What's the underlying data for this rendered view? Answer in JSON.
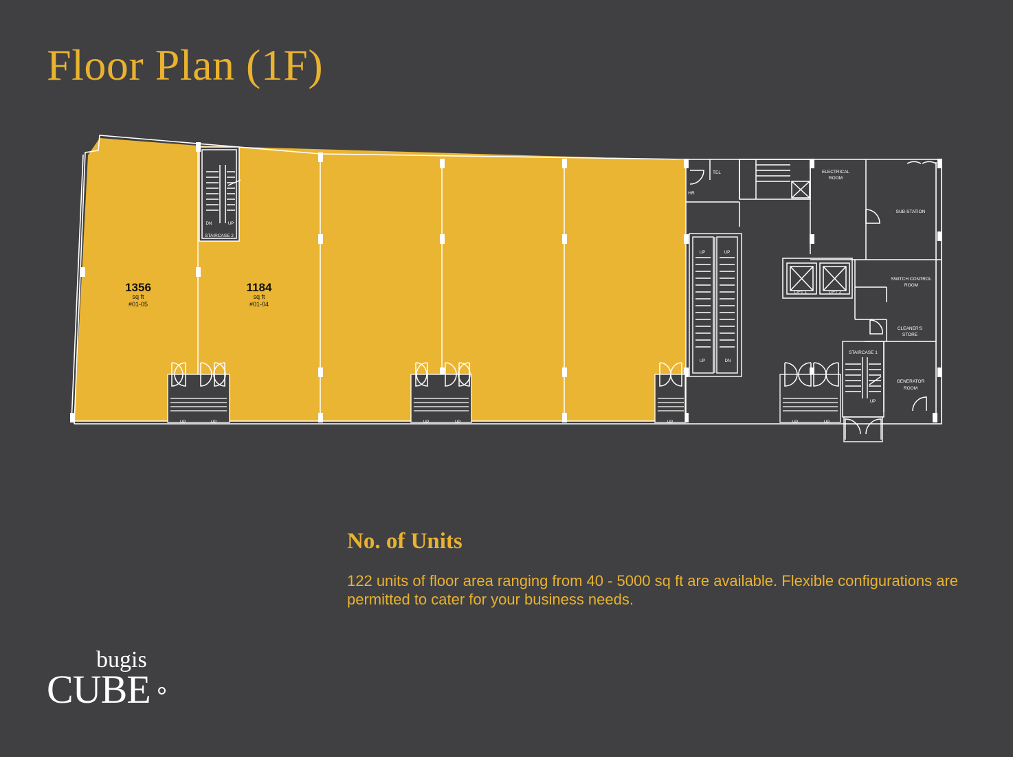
{
  "header": {
    "title": "Floor Plan (1F)"
  },
  "units_section": {
    "heading": "No. of Units",
    "description": "122 units of floor area ranging from 40 - 5000 sq ft are available. Flexible configurations are permitted to cater for your business needs."
  },
  "floor_plan": {
    "units": [
      {
        "area": "1356",
        "unit_label": "sq ft",
        "unit_no": "#01-05"
      },
      {
        "area": "1184",
        "unit_label": "sq ft",
        "unit_no": "#01-04"
      }
    ],
    "rooms": {
      "staircase_2": "STAIRCASE 2",
      "staircase_1": "STAIRCASE 1",
      "tel": "TEL",
      "hr": "HR",
      "electrical_line1": "ELECTRICAL",
      "electrical_line2": "ROOM",
      "sub_station": "SUB-STATION",
      "switch_line1": "SWITCH CONTROL",
      "switch_line2": "ROOM",
      "cleaners_line1": "CLEANER'S",
      "cleaners_line2": "STORE",
      "generator_line1": "GENERATOR",
      "generator_line2": "ROOM",
      "lift_1": "LIFT 1",
      "lift_2": "LIFT 2"
    },
    "stair_labels": {
      "up": "UP",
      "dn": "DN"
    },
    "colors": {
      "unit_fill": "#ebb534",
      "wall": "#ffffff",
      "background": "#404042"
    }
  },
  "logo": {
    "top": "bugis",
    "main": "CUBE"
  }
}
